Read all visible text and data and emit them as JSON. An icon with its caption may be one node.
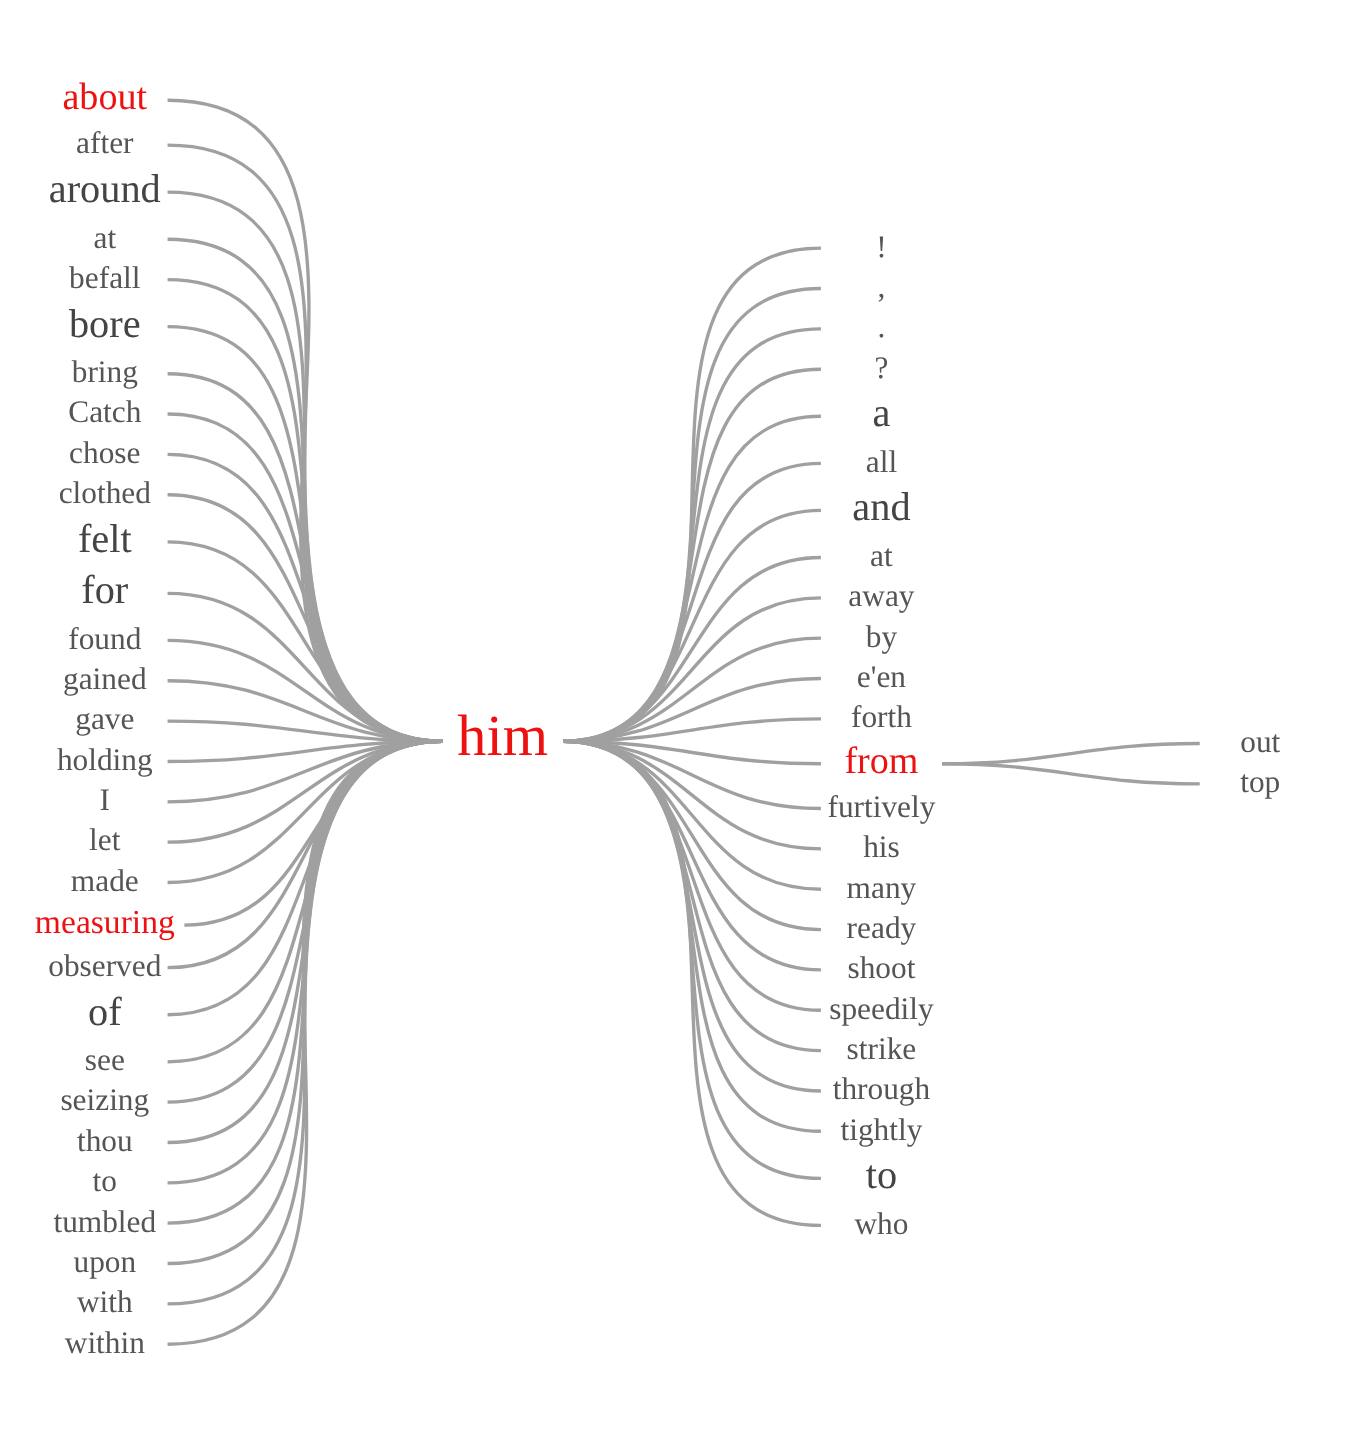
{
  "diagram": {
    "nodes": [
      {
        "text": [
          "about"
        ]
      },
      {
        "text": [
          "after"
        ]
      },
      {
        "text": [
          "around"
        ]
      },
      {
        "text": [
          "at"
        ]
      },
      {
        "text": [
          "befall"
        ]
      },
      {
        "text": [
          "bore"
        ]
      },
      {
        "text": [
          "bring"
        ]
      },
      {
        "text": [
          "Catch"
        ]
      },
      {
        "text": [
          "chose"
        ]
      },
      {
        "text": [
          "clothed"
        ]
      },
      {
        "text": [
          "felt"
        ]
      },
      {
        "text": [
          "for"
        ]
      },
      {
        "text": [
          "found"
        ]
      },
      {
        "text": [
          "gained"
        ]
      },
      {
        "text": [
          "gave"
        ]
      },
      {
        "text": [
          "holding"
        ]
      },
      {
        "text": [
          "I"
        ]
      },
      {
        "text": [
          "let"
        ]
      },
      {
        "text": [
          "made"
        ]
      },
      {
        "text": [
          "measuring"
        ]
      },
      {
        "text": [
          "observed"
        ]
      },
      {
        "text": [
          "of"
        ]
      },
      {
        "text": [
          "see"
        ]
      },
      {
        "text": [
          "seizing"
        ]
      },
      {
        "text": [
          "thou"
        ]
      },
      {
        "text": [
          "to"
        ]
      },
      {
        "text": [
          "tumbled"
        ]
      },
      {
        "text": [
          "upon"
        ]
      },
      {
        "text": [
          "with"
        ]
      },
      {
        "text": [
          "within"
        ]
      },
      {
        "text": [
          "him"
        ]
      },
      {
        "text": [
          "!"
        ]
      },
      {
        "text": [
          ","
        ]
      },
      {
        "text": [
          "."
        ]
      },
      {
        "text": [
          "?"
        ]
      },
      {
        "text": [
          "a"
        ]
      },
      {
        "text": [
          "all"
        ]
      },
      {
        "text": [
          "and"
        ]
      },
      {
        "text": [
          "at"
        ]
      },
      {
        "text": [
          "away"
        ]
      },
      {
        "text": [
          "by"
        ]
      },
      {
        "text": [
          "e'en"
        ]
      },
      {
        "text": [
          "forth"
        ]
      },
      {
        "text": [
          "from"
        ]
      },
      {
        "text": [
          "furtively"
        ]
      },
      {
        "text": [
          "his"
        ]
      },
      {
        "text": [
          "many"
        ]
      },
      {
        "text": [
          "ready"
        ]
      },
      {
        "text": [
          "shoot"
        ]
      },
      {
        "text": [
          "speedily"
        ]
      },
      {
        "text": [
          "strike"
        ]
      },
      {
        "text": [
          "through"
        ]
      },
      {
        "text": [
          "tightly"
        ]
      },
      {
        "text": [
          "to"
        ]
      },
      {
        "text": [
          "who"
        ]
      },
      {
        "text": [
          "out"
        ]
      },
      {
        "text": [
          "top"
        ]
      }
    ],
    "edges": [
      {
        "from": 0,
        "to": 30,
        "arrow": "none"
      },
      {
        "from": 1,
        "to": 30,
        "arrow": "none"
      },
      {
        "from": 2,
        "to": 30,
        "arrow": "none"
      },
      {
        "from": 3,
        "to": 30,
        "arrow": "none"
      },
      {
        "from": 4,
        "to": 30,
        "arrow": "none"
      },
      {
        "from": 5,
        "to": 30,
        "arrow": "none"
      },
      {
        "from": 6,
        "to": 30,
        "arrow": "none"
      },
      {
        "from": 7,
        "to": 30,
        "arrow": "none"
      },
      {
        "from": 8,
        "to": 30,
        "arrow": "none"
      },
      {
        "from": 9,
        "to": 30,
        "arrow": "none"
      },
      {
        "from": 10,
        "to": 30,
        "arrow": "none"
      },
      {
        "from": 11,
        "to": 30,
        "arrow": "none"
      },
      {
        "from": 12,
        "to": 30,
        "arrow": "none"
      },
      {
        "from": 13,
        "to": 30,
        "arrow": "none"
      },
      {
        "from": 14,
        "to": 30,
        "arrow": "none"
      },
      {
        "from": 15,
        "to": 30,
        "arrow": "none"
      },
      {
        "from": 16,
        "to": 30,
        "arrow": "none"
      },
      {
        "from": 17,
        "to": 30,
        "arrow": "none"
      },
      {
        "from": 18,
        "to": 30,
        "arrow": "none"
      },
      {
        "from": 19,
        "to": 30,
        "arrow": "none"
      },
      {
        "from": 20,
        "to": 30,
        "arrow": "none"
      },
      {
        "from": 21,
        "to": 30,
        "arrow": "none"
      },
      {
        "from": 22,
        "to": 30,
        "arrow": "none"
      },
      {
        "from": 23,
        "to": 30,
        "arrow": "none"
      },
      {
        "from": 24,
        "to": 30,
        "arrow": "none"
      },
      {
        "from": 25,
        "to": 30,
        "arrow": "none"
      },
      {
        "from": 26,
        "to": 30,
        "arrow": "none"
      },
      {
        "from": 27,
        "to": 30,
        "arrow": "none"
      },
      {
        "from": 28,
        "to": 30,
        "arrow": "none"
      },
      {
        "from": 29,
        "to": 30,
        "arrow": "none"
      },
      {
        "from": 30,
        "to": 31,
        "arrow": "none"
      },
      {
        "from": 30,
        "to": 32,
        "arrow": "none"
      },
      {
        "from": 30,
        "to": 33,
        "arrow": "none"
      },
      {
        "from": 30,
        "to": 34,
        "arrow": "none"
      },
      {
        "from": 30,
        "to": 35,
        "arrow": "none"
      },
      {
        "from": 30,
        "to": 36,
        "arrow": "none"
      },
      {
        "from": 30,
        "to": 37,
        "arrow": "none"
      },
      {
        "from": 30,
        "to": 38,
        "arrow": "none"
      },
      {
        "from": 30,
        "to": 39,
        "arrow": "none"
      },
      {
        "from": 30,
        "to": 40,
        "arrow": "none"
      },
      {
        "from": 30,
        "to": 41,
        "arrow": "none"
      },
      {
        "from": 30,
        "to": 42,
        "arrow": "none"
      },
      {
        "from": 30,
        "to": 43,
        "arrow": "none"
      },
      {
        "from": 30,
        "to": 44,
        "arrow": "none"
      },
      {
        "from": 30,
        "to": 45,
        "arrow": "none"
      },
      {
        "from": 30,
        "to": 46,
        "arrow": "none"
      },
      {
        "from": 30,
        "to": 47,
        "arrow": "none"
      },
      {
        "from": 30,
        "to": 48,
        "arrow": "none"
      },
      {
        "from": 30,
        "to": 49,
        "arrow": "none"
      },
      {
        "from": 30,
        "to": 50,
        "arrow": "none"
      },
      {
        "from": 30,
        "to": 51,
        "arrow": "none"
      },
      {
        "from": 30,
        "to": 52,
        "arrow": "none"
      },
      {
        "from": 30,
        "to": 53,
        "arrow": "none"
      },
      {
        "from": 30,
        "to": 54,
        "arrow": "none"
      },
      {
        "from": 43,
        "to": 55,
        "arrow": "none"
      },
      {
        "from": 43,
        "to": 56,
        "arrow": "none"
      }
    ]
  }
}
